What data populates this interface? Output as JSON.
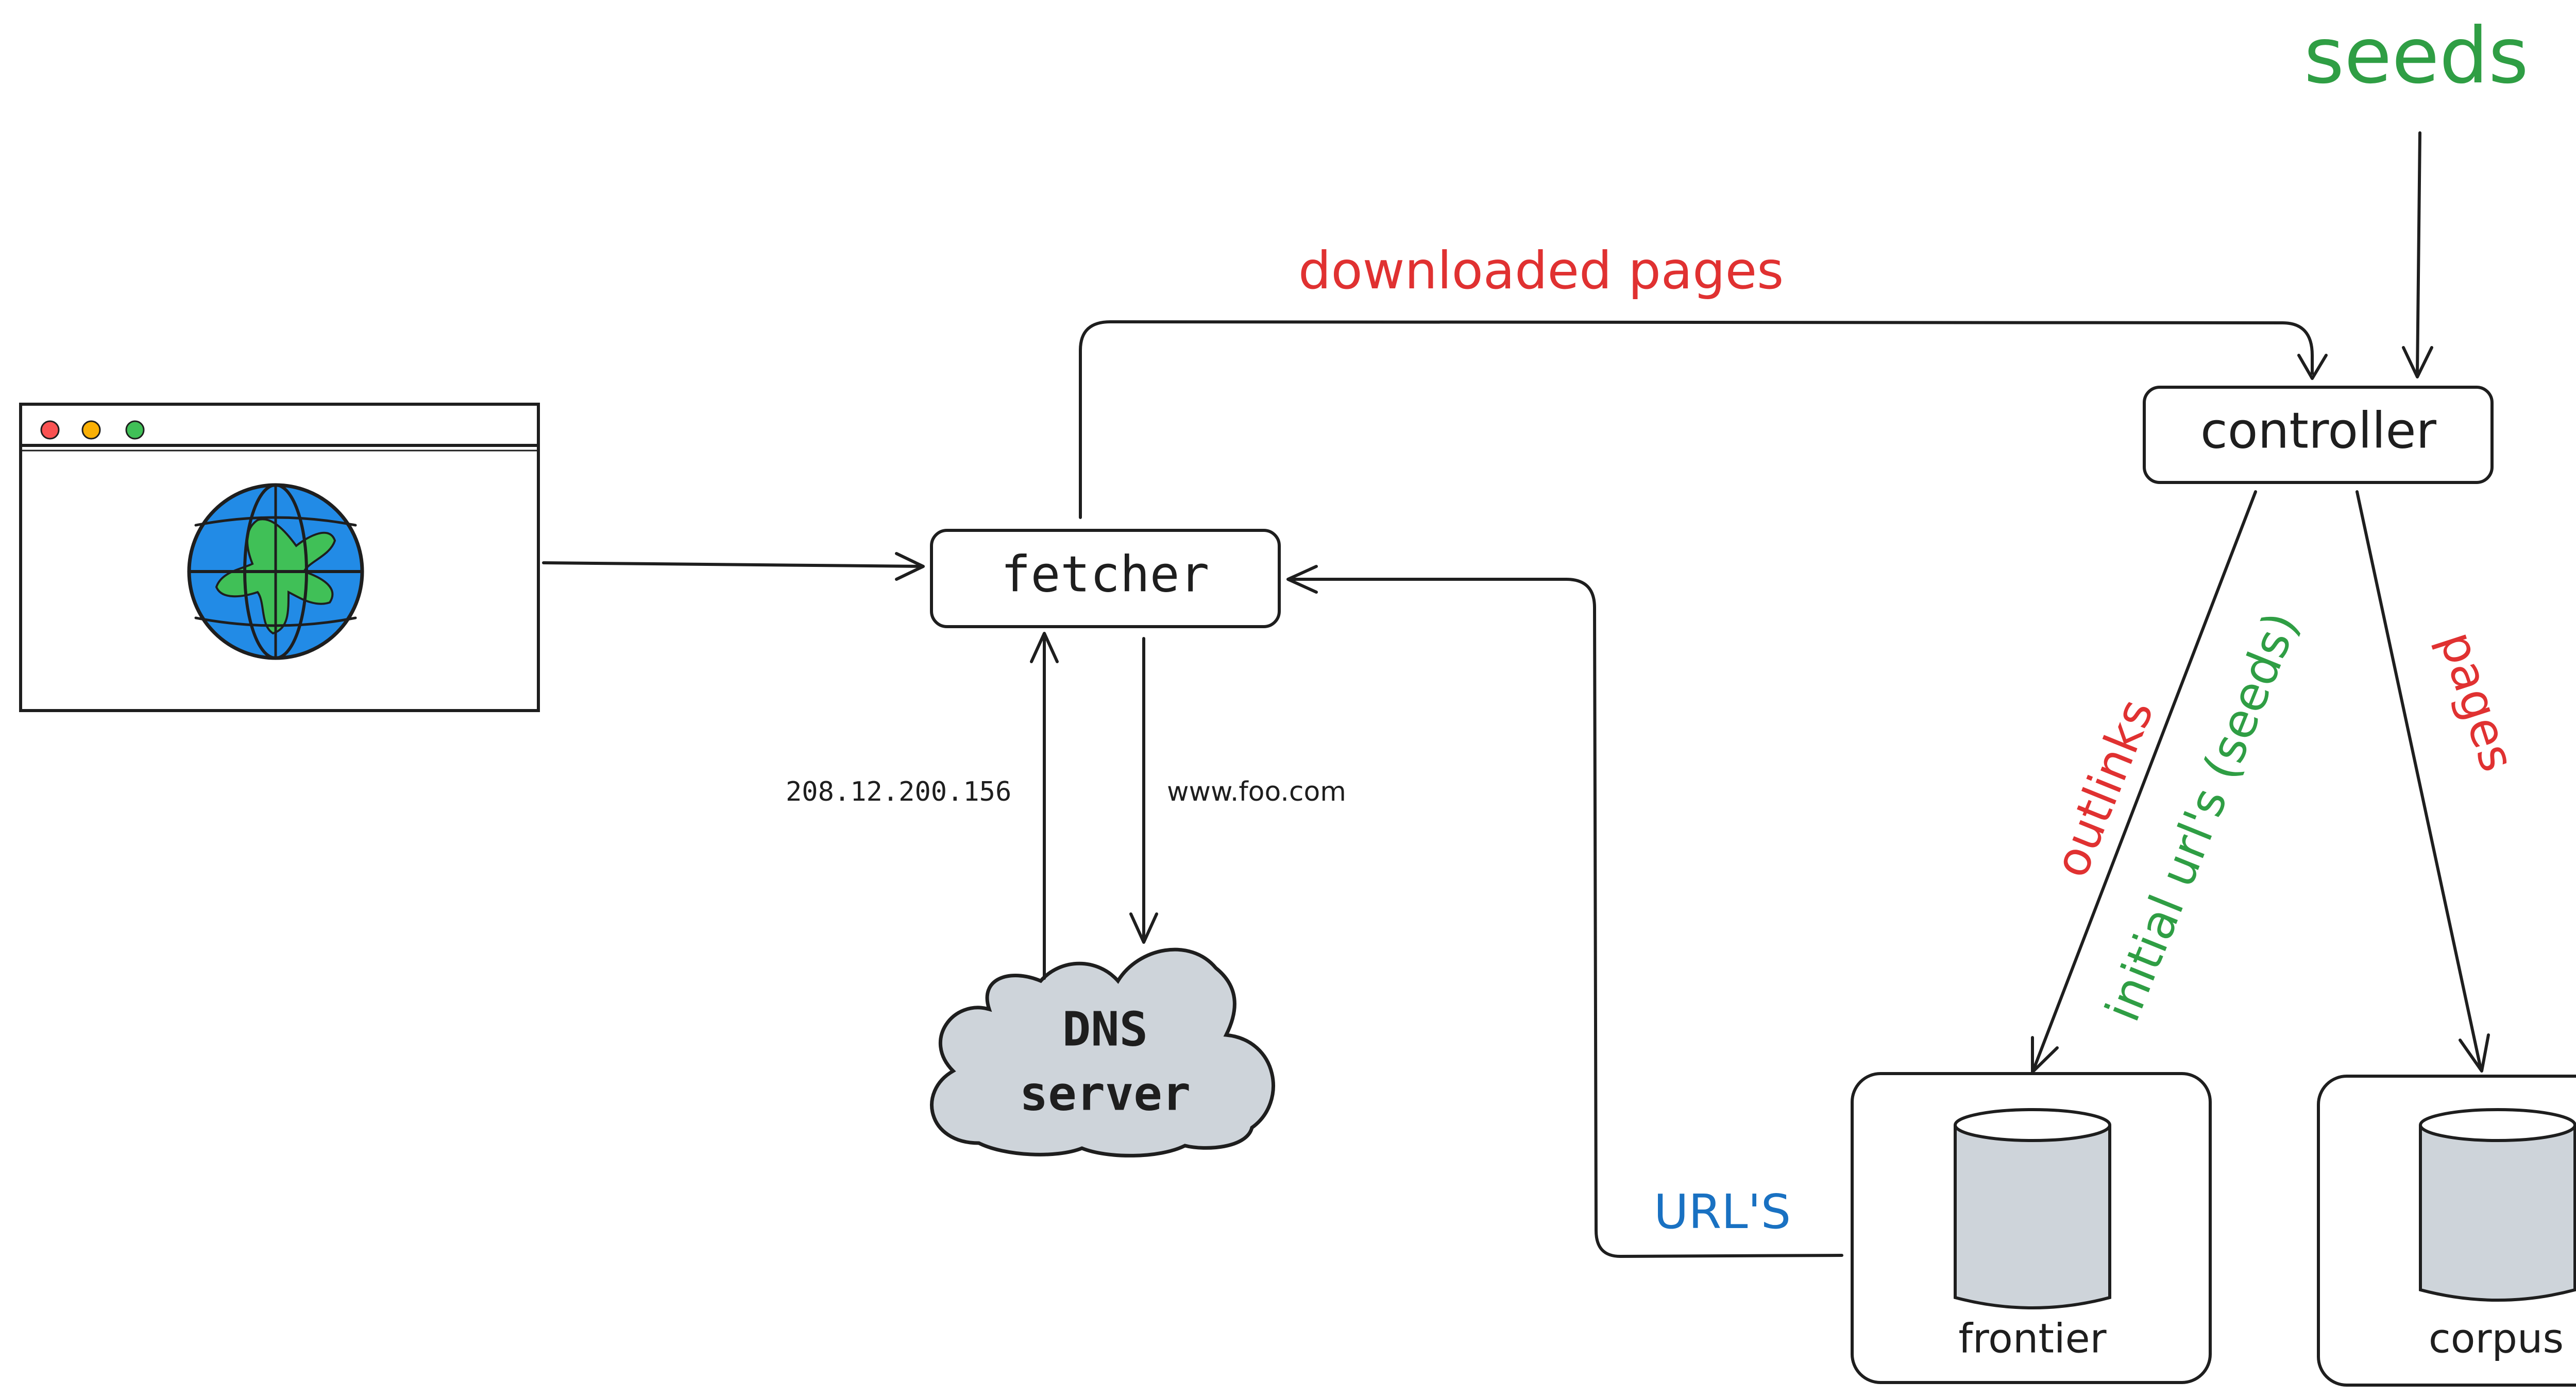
{
  "colors": {
    "stroke": "#1e1e1e",
    "red": "#e03131",
    "green": "#2f9e44",
    "blue": "#1971c2",
    "cloud_fill": "#ced4da",
    "db_fill": "#ced4da",
    "globe_water": "#228be6",
    "globe_land": "#40c057",
    "dot_red": "#fa5252",
    "dot_yellow": "#fab005",
    "dot_green": "#40c057"
  },
  "nodes": {
    "browser": {
      "icon": "globe-icon"
    },
    "fetcher": {
      "label": "fetcher"
    },
    "controller": {
      "label": "controller"
    },
    "dns": {
      "line1": "DNS",
      "line2": "server"
    },
    "frontier": {
      "label": "frontier"
    },
    "corpus": {
      "label": "corpus"
    }
  },
  "labels": {
    "seeds": "seeds",
    "downloaded_pages": "downloaded pages",
    "ip_address": "208.12.200.156",
    "domain": "www.foo.com",
    "urls": "URL'S",
    "outlinks": "outlinks",
    "initial_urls": "initial url's (seeds)",
    "pages": "pages"
  }
}
